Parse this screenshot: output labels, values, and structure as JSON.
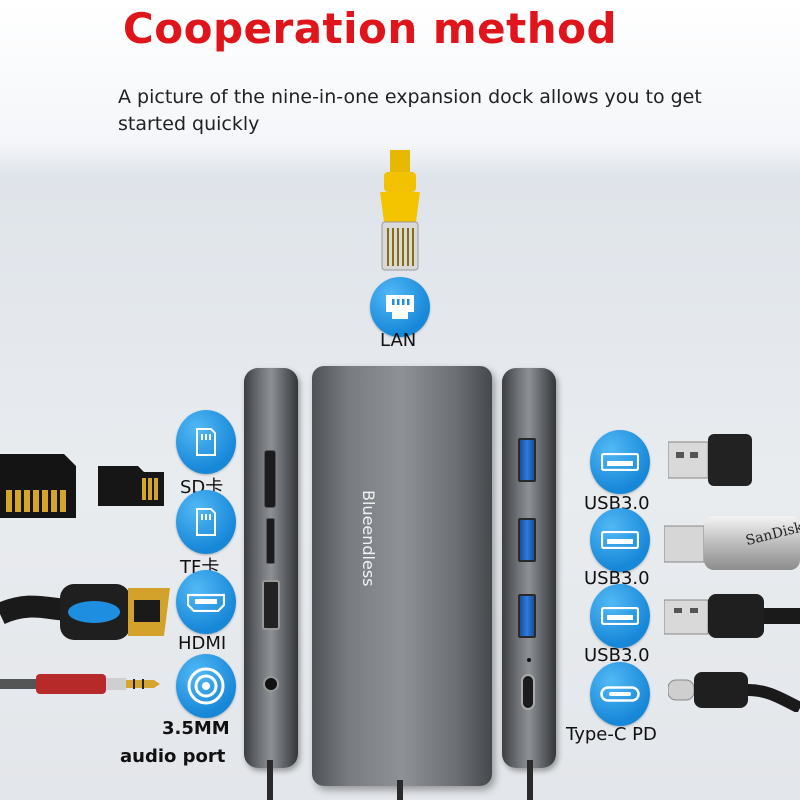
{
  "header": {
    "title": "Cooperation method",
    "subtitle": "A picture of the nine-in-one expansion dock allows you to get started quickly"
  },
  "device": {
    "brand": "Blueendless"
  },
  "ports": {
    "lan": "LAN",
    "sd": "SD卡",
    "tf": "TF卡",
    "hdmi": "HDMI",
    "audio_line1": "3.5MM",
    "audio_line2": "audio port",
    "usb1": "USB3.0",
    "usb2": "USB3.0",
    "usb3": "USB3.0",
    "typec": "Type-C PD"
  },
  "accessories": {
    "flash_drive_brand": "SanDisk"
  },
  "colors": {
    "title": "#e0141b",
    "badge": "#1e8fe0",
    "hub": "#6f7277"
  }
}
